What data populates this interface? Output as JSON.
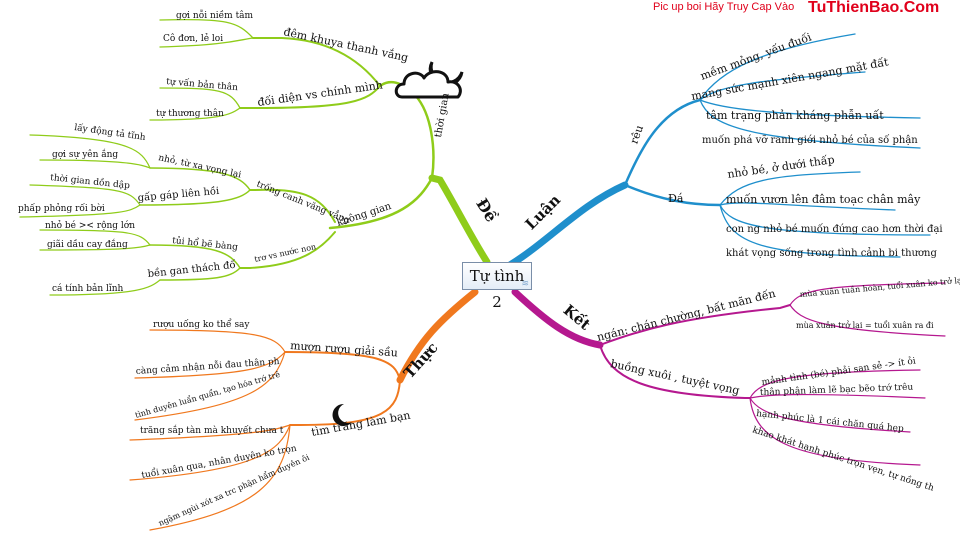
{
  "watermark": {
    "text": "Pic up boi Hãy Truy Cap Vào",
    "site": "TuThienBao.Com"
  },
  "center": {
    "label": "Tự tình 2"
  },
  "branches": {
    "de": {
      "label": "Đề",
      "color": "#8fcc1a",
      "thoi_gian": {
        "label": "thời gian",
        "icon": "cloud-moon-icon",
        "dem_khuya": {
          "label": "đêm khuya thanh vắng",
          "items": [
            "gợi nỗi niềm tâm",
            "Cô đơn, lẻ loi"
          ]
        },
        "doi_dien": {
          "label": "đối diện vs chính mình",
          "items": [
            "tự vấn bản thân",
            "tự thương thân"
          ]
        }
      },
      "khong_gian": {
        "label": "không gian",
        "trong_canh": {
          "label": "trống canh văng vẳng",
          "nho_tu": {
            "label": "nhỏ, từ xa vọng lại",
            "items": [
              "lấy động tả tĩnh",
              "gợi sự yên ắng"
            ]
          },
          "gap_gap": {
            "label": "gấp gáp liên hồi",
            "items": [
              "thời gian dồn dập",
              "phấp phỏng rối bời"
            ]
          }
        },
        "tro_vs": {
          "label": "trơ vs nước non",
          "tui_ho": {
            "label": "tủi hổ bẽ bàng",
            "items": [
              "nhỏ bé >< rộng lớn",
              "giãi dầu cay đắng"
            ]
          },
          "ben_gan": {
            "label": "bền gan thách đố",
            "items": [
              "cá tính bản lĩnh"
            ]
          }
        }
      }
    },
    "luan": {
      "label": "Luận",
      "color": "#1f8fcc",
      "reu": {
        "label": "rêu",
        "items": [
          "mềm mỏng, yếu đuối",
          "mang sức mạnh xiên ngang mặt đất",
          "tâm trạng phản kháng phẫn uất",
          "muốn phá vỡ ranh giới nhỏ bé của số phận"
        ]
      },
      "da": {
        "label": "Đá",
        "items": [
          "nhỏ bé, ở dưới thấp",
          "muốn vươn lên đâm toạc chân mây",
          "con ng nhỏ bé muốn đứng cao hơn thời đại",
          "khát vọng sống trong tình cảnh bi thương"
        ]
      }
    },
    "ket": {
      "label": "Kết",
      "color": "#b5188f",
      "ngan": {
        "label": "ngán: chán chường, bất mãn đến",
        "items": [
          "mùa xuân tuần hoàn, tuổi xuân ko trở lại",
          "mùa xuân trở lại = tuổi xuân ra đi"
        ]
      },
      "buong": {
        "label": "buồng xuôi , tuyệt vọng",
        "items": [
          "mảnh tình (bé) phải san sẻ -> ít ỏi",
          "thân phận làm lẽ bạc bẽo trớ trêu",
          "hạnh phúc là 1 cái chăn quá hẹp",
          "khao khát hạnh phúc trọn vẹn, tự nồng th"
        ]
      }
    },
    "thuc": {
      "label": "Thực",
      "color": "#f0781e",
      "muon_ruou": {
        "label": "mượn rượu giải sầu",
        "items": [
          "rượu uống ko thể say",
          "càng cảm nhận nỗi đau thân ph",
          "tình duyên luẩn quẩn, tạo hóa trớ trê"
        ]
      },
      "tim_trang": {
        "label": "tìm trăng làm bạn",
        "icon": "crescent-moon-icon",
        "items": [
          "trăng sắp tàn mà khuyết chưa t",
          "tuổi xuân qua, nhân duyên ko trọn",
          "ngậm ngùi xót xa trc phận hẩm duyên ôi"
        ]
      }
    }
  }
}
